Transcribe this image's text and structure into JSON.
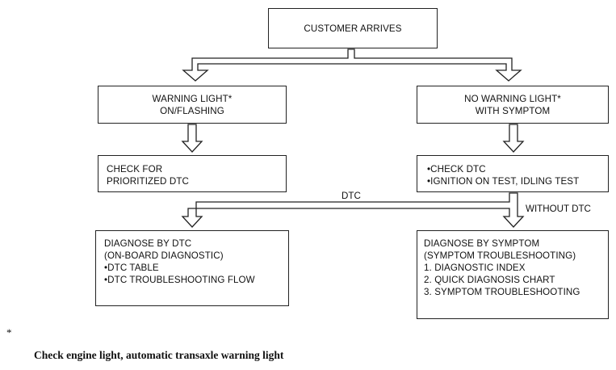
{
  "diagram": {
    "start": "CUSTOMER ARRIVES",
    "left_branch": {
      "condition": [
        "WARNING LIGHT*",
        "ON/FLASHING"
      ],
      "check": [
        "CHECK FOR",
        "PRIORITIZED DTC"
      ],
      "result": [
        "DIAGNOSE BY DTC",
        "(ON-BOARD DIAGNOSTIC)",
        "•DTC TABLE",
        "•DTC TROUBLESHOOTING FLOW"
      ]
    },
    "right_branch": {
      "condition": [
        "NO WARNING LIGHT*",
        "WITH SYMPTOM"
      ],
      "check": [
        "•CHECK DTC",
        "•IGNITION ON TEST, IDLING TEST"
      ],
      "result": [
        "DIAGNOSE BY SYMPTOM",
        "(SYMPTOM TROUBLESHOOTING)",
        "1. DIAGNOSTIC INDEX",
        "2. QUICK DIAGNOSIS CHART",
        "3. SYMPTOM TROUBLESHOOTING"
      ]
    },
    "dtc_label": "DTC",
    "without_dtc_label": "WITHOUT DTC"
  },
  "footnote": {
    "marker": "*",
    "text": "Check engine light, automatic transaxle warning light"
  }
}
